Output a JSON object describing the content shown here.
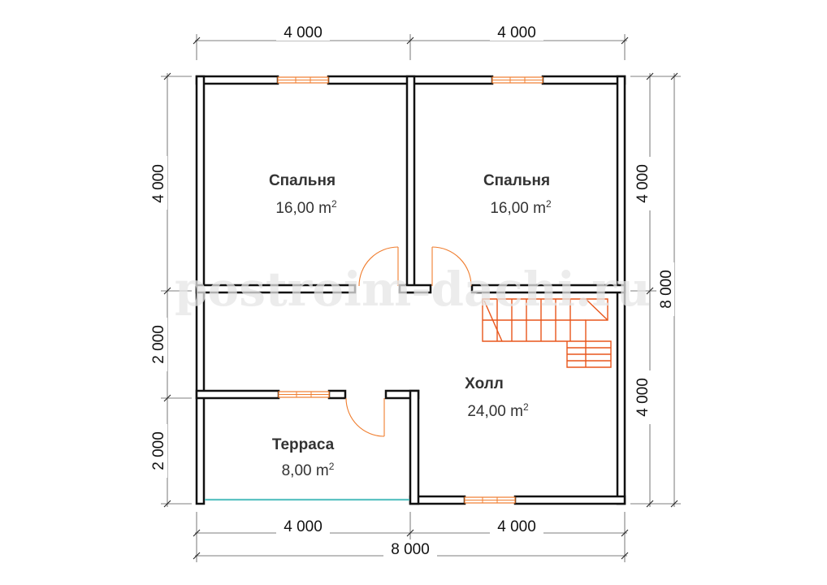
{
  "watermark": "postroim-dachi.ru",
  "rooms": [
    {
      "name": "Спальня",
      "area": "16,00 m",
      "unit_sup": "2"
    },
    {
      "name": "Спальня",
      "area": "16,00 m",
      "unit_sup": "2"
    },
    {
      "name": "Холл",
      "area": "24,00 m",
      "unit_sup": "2"
    },
    {
      "name": "Терраса",
      "area": "8,00 m",
      "unit_sup": "2"
    }
  ],
  "dimensions": {
    "top": [
      "4 000",
      "4 000"
    ],
    "bottom": [
      "4 000",
      "4 000"
    ],
    "bottom_total": "8 000",
    "left": [
      "4 000",
      "2 000",
      "2 000"
    ],
    "right": [
      "4 000",
      "4 000"
    ],
    "right_total": "8 000"
  },
  "colors": {
    "wall": "#111111",
    "window": "#f07d2e",
    "door": "#f07d2e",
    "stair": "#e8561b",
    "terrace_edge": "#5cc2c2"
  }
}
